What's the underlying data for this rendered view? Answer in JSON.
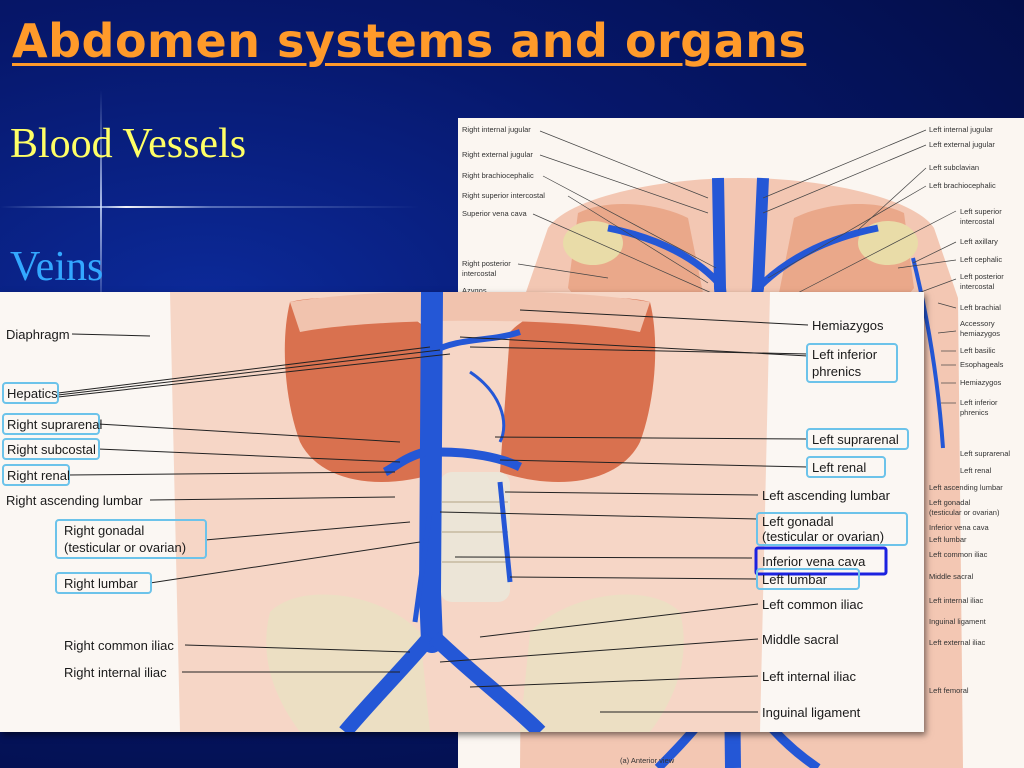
{
  "slide": {
    "title": "Abdomen systems and organs",
    "subtitle_1": "Blood Vessels",
    "subtitle_2": "Veins"
  },
  "colors": {
    "title": "#ff9a2a",
    "subtitle_1": "#ffff66",
    "subtitle_2": "#33a8ff",
    "background": "#06176b",
    "vein": "#2457d6"
  },
  "back_figure": {
    "left_labels": [
      "Right internal jugular",
      "Right external jugular",
      "Right brachiocephalic",
      "Right superior intercostal",
      "Superior vena cava",
      "Right posterior",
      "intercostal",
      "Azygos"
    ],
    "right_labels": [
      "Left internal jugular",
      "Left external jugular",
      "Left subclavian",
      "Left brachiocephalic",
      "Left superior",
      "intercostal",
      "Left axillary",
      "Left cephalic",
      "Left posterior",
      "intercostal",
      "Left brachial",
      "Accessory",
      "hemiazygos",
      "Left basilic",
      "Esophageals",
      "Hemiazygos",
      "Left inferior",
      "phrenics",
      "Left suprarenal",
      "Left renal",
      "Left ascending lumbar",
      "Left gonadal",
      "(testicular or ovarian)",
      "Inferior vena cava",
      "Left lumbar",
      "Left common iliac",
      "Middle sacral",
      "Left internal iliac",
      "Inguinal ligament",
      "Left external iliac",
      "Left femoral"
    ],
    "caption": "(a) Anterior view"
  },
  "front_figure": {
    "left_labels": [
      "Diaphragm",
      "Hepatics",
      "Right suprarenal",
      "Right subcostal",
      "Right renal",
      "Right ascending lumbar",
      "Right gonadal",
      "(testicular or ovarian)",
      "Right lumbar",
      "Right common iliac",
      "Right internal iliac"
    ],
    "right_labels": [
      "Hemiazygos",
      "Left inferior",
      "phrenics",
      "Left suprarenal",
      "Left renal",
      "Left ascending lumbar",
      "Left gonadal",
      "(testicular or ovarian)",
      "Inferior vena cava",
      "Left lumbar",
      "Left common iliac",
      "Middle sacral",
      "Left internal iliac",
      "Inguinal ligament"
    ]
  }
}
